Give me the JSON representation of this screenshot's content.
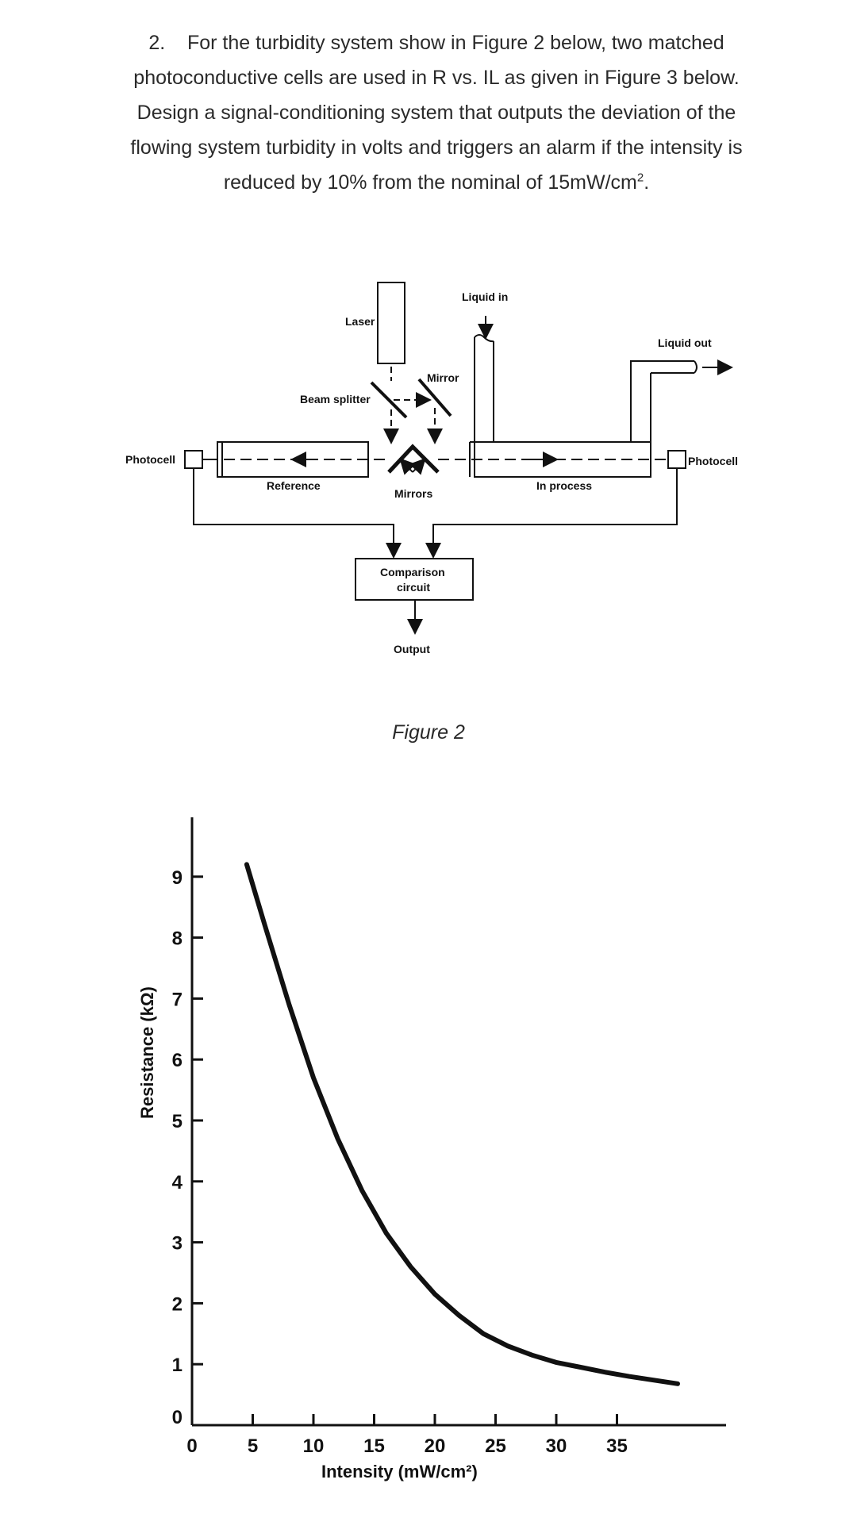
{
  "question": {
    "number": "2.",
    "line1": "For the turbidity system show in Figure 2 below, two matched",
    "line2": "photoconductive cells are used in R vs. IL as given in Figure 3 below.",
    "line3": "Design a signal-conditioning system that outputs the deviation of the",
    "line4": "flowing system turbidity in volts and triggers an alarm if the intensity is",
    "line5_pre": "reduced by 10% from the nominal of 15mW/cm",
    "line5_sup": "2",
    "line5_post": "."
  },
  "figure2": {
    "caption": "Figure 2",
    "labels": {
      "laser": "Laser",
      "liquid_in": "Liquid in",
      "liquid_out": "Liquid out",
      "mirror": "Mirror",
      "beam_splitter": "Beam splitter",
      "photocell_left": "Photocell",
      "photocell_right": "Photocell",
      "reference": "Reference",
      "mirrors": "Mirrors",
      "in_process": "In process",
      "comparison_line1": "Comparison",
      "comparison_line2": "circuit",
      "output": "Output"
    }
  },
  "chart_data": {
    "type": "line",
    "xlabel": "Intensity (mW/cm²)",
    "ylabel": "Resistance (kΩ)",
    "xlim": [
      0,
      45
    ],
    "ylim": [
      0,
      10
    ],
    "x_ticks": [
      0,
      5,
      10,
      15,
      20,
      25,
      30,
      35
    ],
    "y_ticks": [
      0,
      1,
      2,
      3,
      4,
      5,
      6,
      7,
      8,
      9
    ],
    "grid": false,
    "series": [
      {
        "x": [
          4.5,
          6,
          8,
          10,
          12,
          14,
          16,
          18,
          20,
          22,
          24,
          26,
          28,
          30,
          32,
          34,
          36,
          38,
          40
        ],
        "y": [
          9.2,
          8.2,
          6.9,
          5.7,
          4.7,
          3.85,
          3.15,
          2.6,
          2.15,
          1.8,
          1.5,
          1.3,
          1.15,
          1.03,
          0.95,
          0.87,
          0.8,
          0.74,
          0.68
        ]
      }
    ]
  }
}
